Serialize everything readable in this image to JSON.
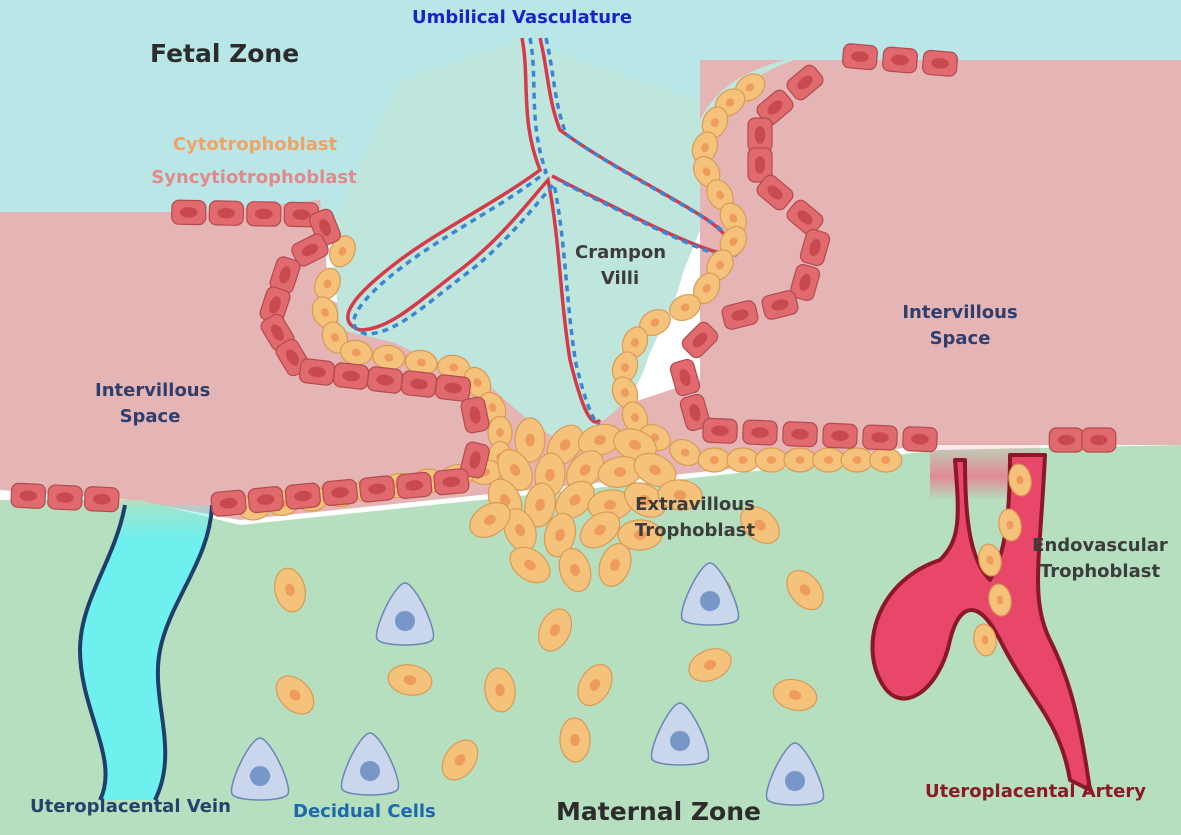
{
  "labels": {
    "fetal_zone": "Fetal Zone",
    "umbilical_vasculature": "Umbilical Vasculature",
    "cytotrophoblast": "Cytotrophoblast",
    "syncytiotrophoblast": "Syncytiotrophoblast",
    "crampon_villi_line1": "Crampon",
    "crampon_villi_line2": "Villi",
    "intervillous_left_line1": "Intervillous",
    "intervillous_left_line2": "Space",
    "intervillous_right_line1": "Intervillous",
    "intervillous_right_line2": "Space",
    "extravillous_line1": "Extravillous",
    "extravillous_line2": "Trophoblast",
    "endovascular_line1": "Endovascular",
    "endovascular_line2": "Trophoblast",
    "uteroplacental_vein": "Uteroplacental Vein",
    "decidual_cells": "Decidual Cells",
    "maternal_zone": "Maternal Zone",
    "uteroplacental_artery": "Uteroplacental Artery"
  },
  "colors": {
    "fetal_bg": "#b9e6e6",
    "intervillous": "#e4b5b4",
    "maternal_bg": "#b5dfbe",
    "villus_interior": "#bfe6dc",
    "syncytio_cell": "#e06a6e",
    "syncytio_nucleus": "#c94a4e",
    "cyto_cell": "#f5c27b",
    "cyto_nucleus": "#ee9b5c",
    "decidual_cell": "#c9d6ec",
    "decidual_nucleus": "#7897c9",
    "vein_fill": "#6ef0ee",
    "vein_wall": "#1f3f6b",
    "artery_fill": "#e8476a",
    "artery_wall": "#8c1727",
    "umbilical_red": "#d43a4a",
    "umbilical_blue": "#3a86d4"
  }
}
